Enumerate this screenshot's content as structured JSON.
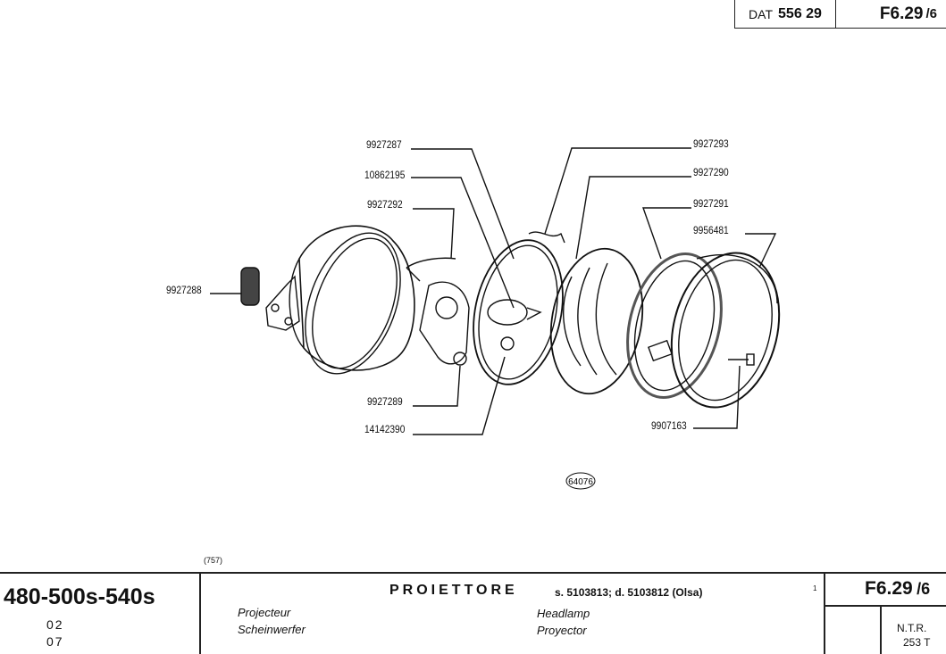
{
  "header": {
    "dat_label": "DAT",
    "dat_number": "556 29",
    "sheet_code": "F6.29",
    "sheet_sub": "/6"
  },
  "diagram": {
    "part_numbers": {
      "p9927287": "9927287",
      "p10862195": "10862195",
      "p9927292": "9927292",
      "p9927288": "9927288",
      "p9927289": "9927289",
      "p14142390": "14142390",
      "p9927293": "9927293",
      "p9927290": "9927290",
      "p9927291": "9927291",
      "p9956481": "9956481",
      "p9907163": "9907163"
    },
    "figure_number": "64076"
  },
  "footer": {
    "print_code": "(757)",
    "models": "480-500s-540s",
    "codes": [
      "02",
      "07"
    ],
    "title": "PROIETTORE",
    "title_note": "s. 5103813; d. 5103812 (Olsa)",
    "note_mark": "1",
    "translations": {
      "fr": "Projecteur",
      "de": "Scheinwerfer",
      "en": "Headlamp",
      "es": "Proyector"
    },
    "sheet_code": "F6.29",
    "sheet_sub": "/6",
    "ntr_label": "N.T.R.",
    "ntr_value": "253 T"
  }
}
